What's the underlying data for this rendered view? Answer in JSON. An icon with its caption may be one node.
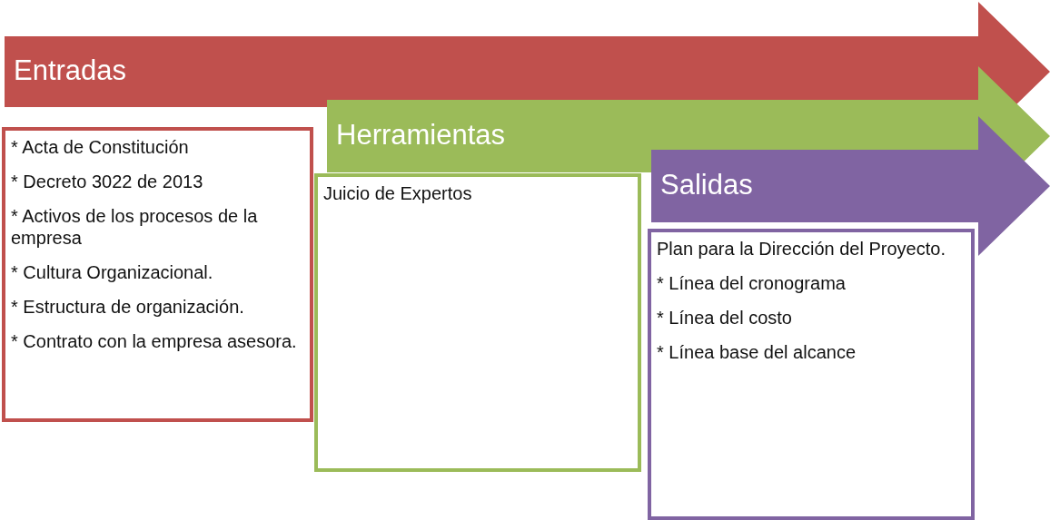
{
  "diagram": {
    "nodes": [
      {
        "text": [
          "Entradas"
        ]
      },
      {
        "text": [
          "* Acta de Constitución",
          "* Decreto 3022 de 2013",
          "* Activos de los procesos de la empresa",
          "* Cultura Organizacional.",
          "* Estructura de organización.",
          "* Contrato con la empresa asesora."
        ]
      },
      {
        "text": [
          "Herramientas"
        ]
      },
      {
        "text": [
          "Juicio de Expertos"
        ]
      },
      {
        "text": [
          "Salidas"
        ]
      },
      {
        "text": [
          "Plan para la Dirección del Proyecto.",
          "* Línea del cronograma",
          "* Línea del costo",
          "* Línea base del alcance"
        ]
      }
    ]
  }
}
